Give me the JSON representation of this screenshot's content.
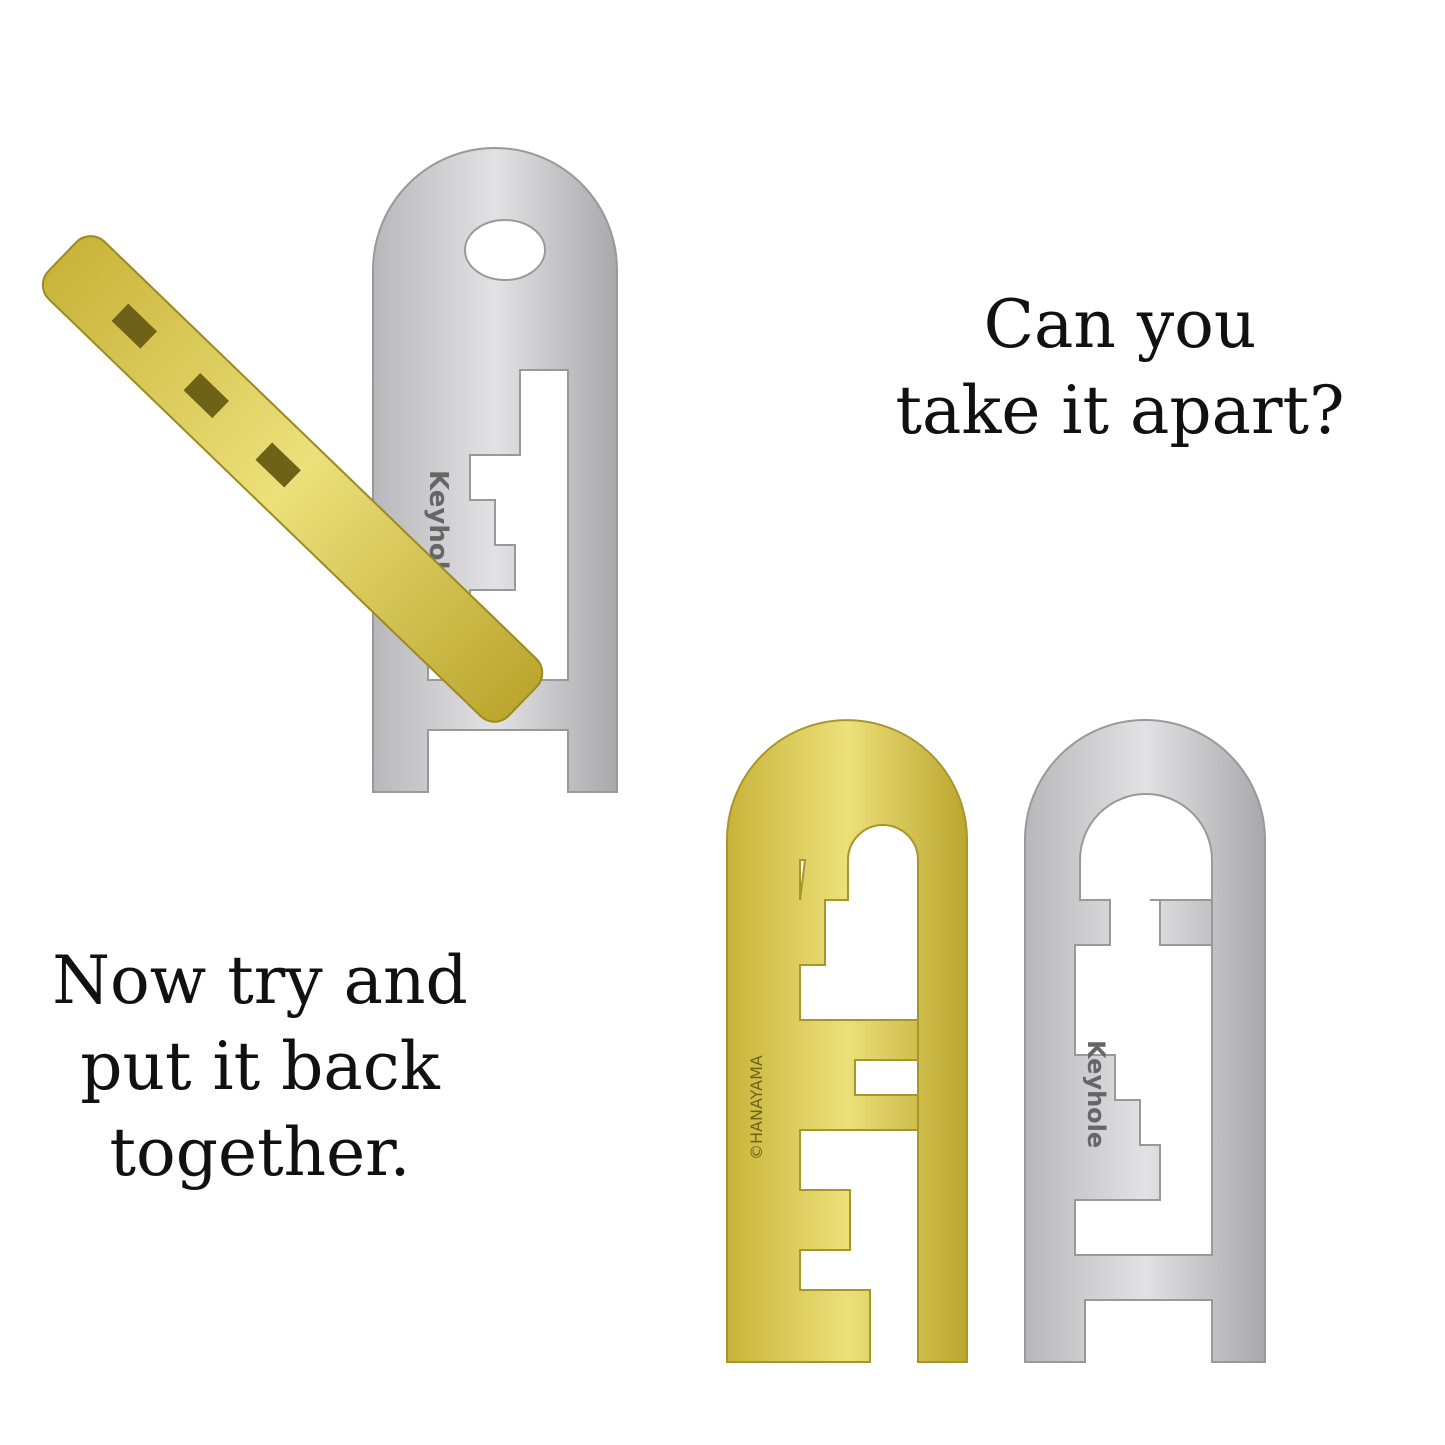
{
  "captions": {
    "top_line1": "Can you",
    "top_line2": "take it apart?",
    "bottom_line1": "Now try and",
    "bottom_line2": "put it back",
    "bottom_line3": "together."
  },
  "engravings": {
    "silver_label": "Keyhole",
    "gold_label": "©HANAYAMA"
  },
  "colors": {
    "silver": "#c9c9cc",
    "gold": "#d8c65a",
    "text": "#111111"
  }
}
